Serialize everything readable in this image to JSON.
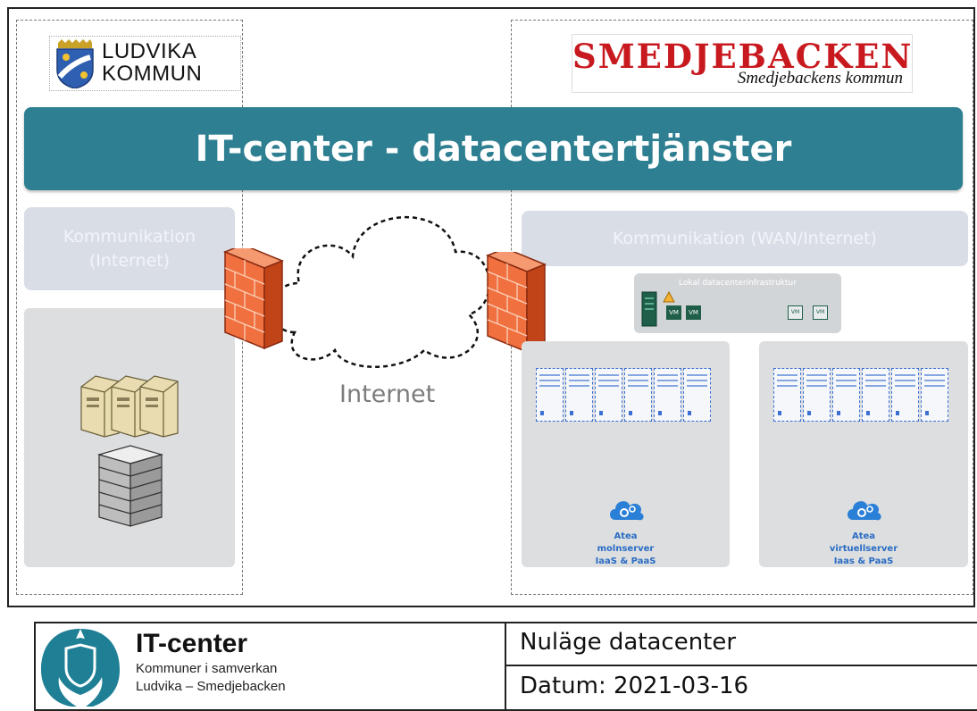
{
  "diagram": {
    "ludvika_logo": {
      "line1": "LUDVIKA",
      "line2": "KOMMUN"
    },
    "smedjebacken_logo": {
      "name": "SMEDJEBACKEN",
      "subtitle": "Smedjebackens kommun"
    },
    "banner_title": "IT-center - datacentertjänster",
    "left_communication": {
      "line1": "Kommunikation",
      "line2": "(Internet)"
    },
    "right_communication": "Kommunikation (WAN/Internet)",
    "cloud_label": "Internet",
    "local_infra": {
      "title": "Lokal datacenterinfrastruktur",
      "vm_label": "VM"
    },
    "atea_left": {
      "line1": "Atea",
      "line2": "molnserver",
      "line3": "IaaS & PaaS"
    },
    "atea_right": {
      "line1": "Atea",
      "line2": "virtuellserver",
      "line3": "Iaas & PaaS"
    }
  },
  "footer": {
    "org_name": "IT-center",
    "org_line1": "Kommuner i samverkan",
    "org_line2": "Ludvika – Smedjebacken",
    "doc_title": "Nuläge datacenter",
    "doc_date": "Datum: 2021-03-16"
  },
  "colors": {
    "banner": "#2d7f91",
    "panel_light": "#d9dde6",
    "panel_grey": "#dcdedf",
    "firewall": "#e8542a",
    "smedjebacken_red": "#c8191f",
    "atea_blue": "#2a6cc4",
    "rack_blue": "#3b6fd1",
    "itcenter_teal": "#1e7f95"
  },
  "icons": [
    "municipal-crest-icon",
    "dala-horse-icon",
    "firewall-icon",
    "cloud-icon",
    "tower-server-icon",
    "rack-server-stack-icon",
    "server-rack-icon",
    "vm-icon",
    "atea-cloud-gear-icon",
    "itcenter-logo-icon"
  ]
}
